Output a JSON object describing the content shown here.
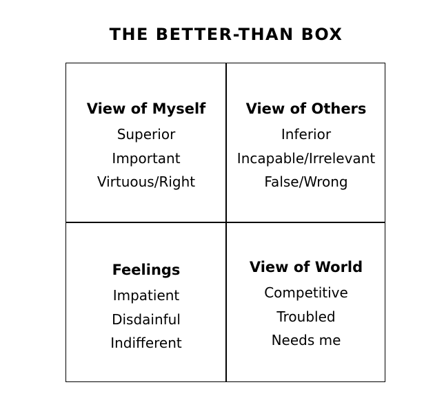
{
  "title": "THE BETTER-THAN BOX",
  "quadrants": [
    {
      "heading": "View of Myself",
      "items": [
        "Superior",
        "Important",
        "Virtuous/Right"
      ]
    },
    {
      "heading": "View of Others",
      "items": [
        "Inferior",
        "Incapable/Irrelevant",
        "False/Wrong"
      ]
    },
    {
      "heading": "Feelings",
      "items": [
        "Impatient",
        "Disdainful",
        "Indifferent"
      ]
    },
    {
      "heading": "View of World",
      "items": [
        "Competitive",
        "Troubled",
        "Needs me"
      ]
    }
  ]
}
